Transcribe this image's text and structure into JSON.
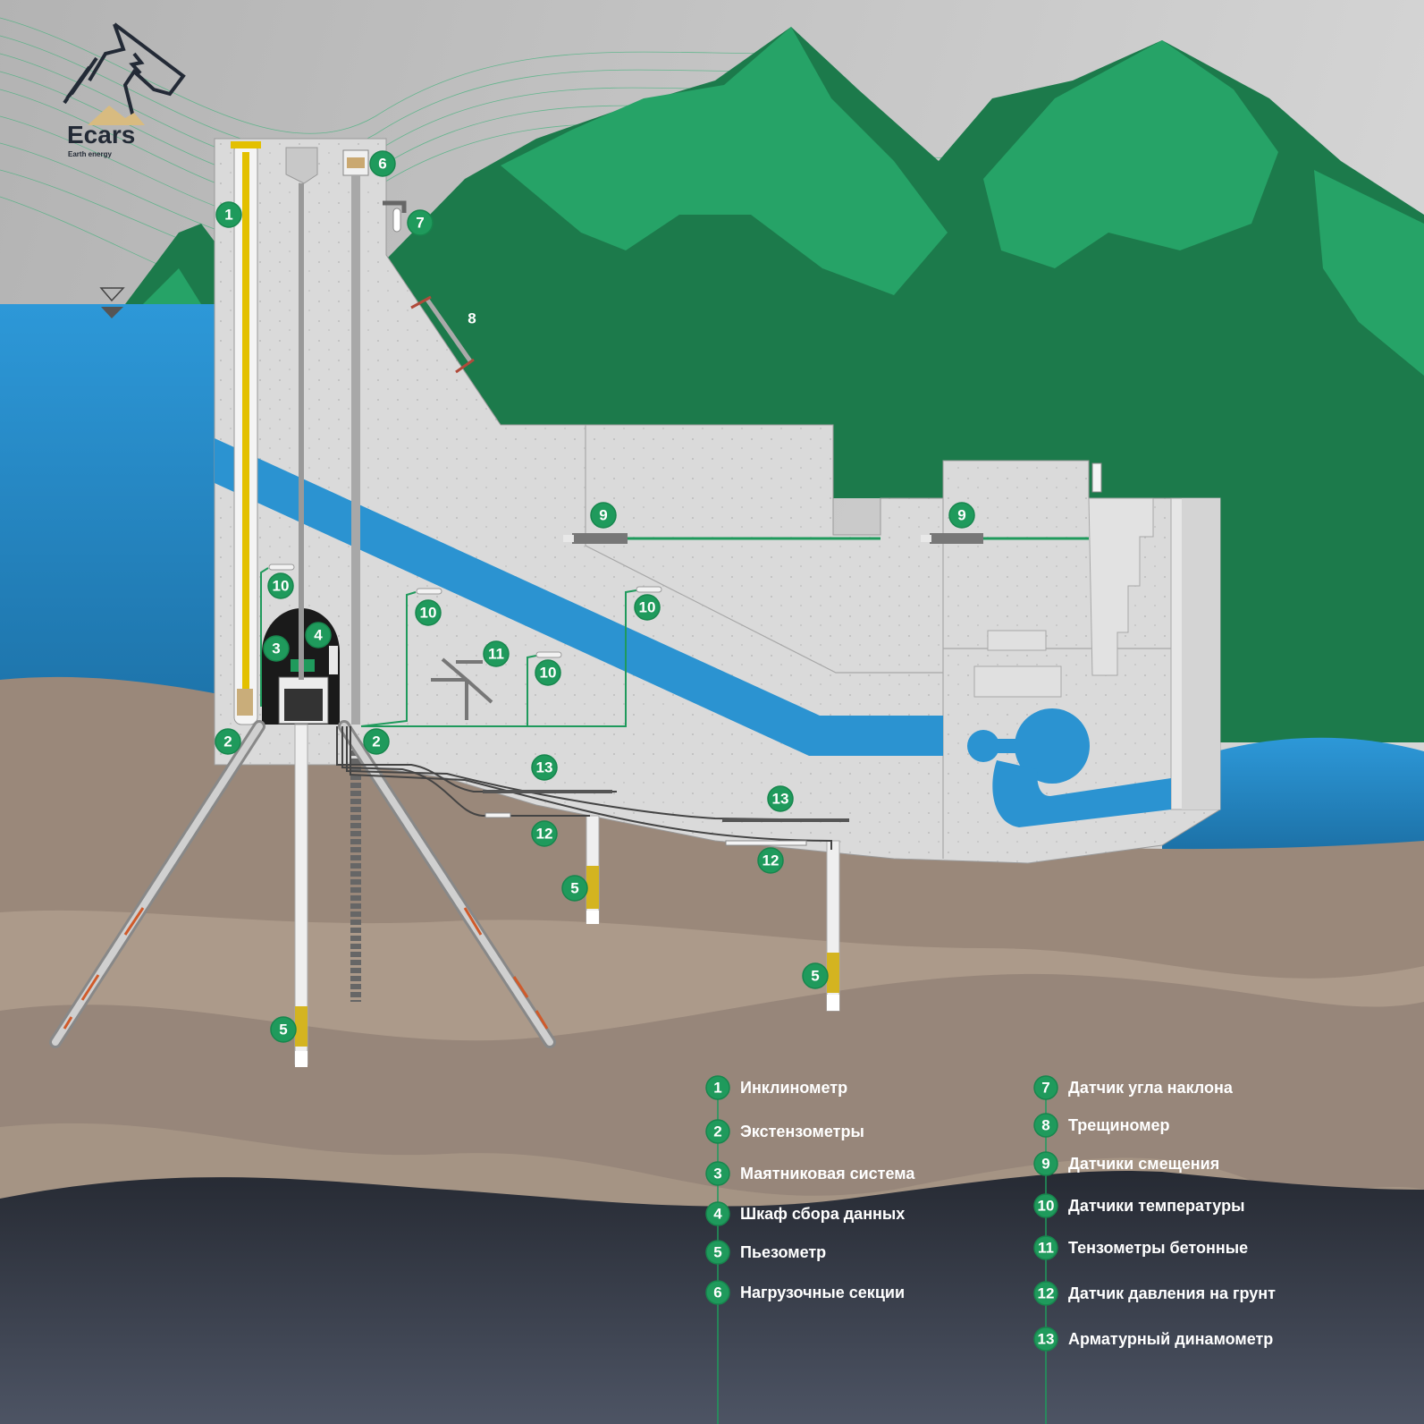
{
  "logo": {
    "name": "Ecars",
    "tagline": "Earth energy"
  },
  "colors": {
    "marker": "#1f9a5c",
    "mountain_dark": "#1c7a4b",
    "mountain_light": "#26a367",
    "water": "#2b93d1",
    "concrete": "#d9d9d9",
    "ground": "#9a887a",
    "bedrock": "#2a2e38"
  },
  "markers": {
    "m1": "1",
    "m2a": "2",
    "m2b": "2",
    "m3": "3",
    "m4": "4",
    "m5a": "5",
    "m5b": "5",
    "m5c": "5",
    "m6": "6",
    "m7": "7",
    "m8": "8",
    "m9a": "9",
    "m9b": "9",
    "m10a": "10",
    "m10b": "10",
    "m10c": "10",
    "m10d": "10",
    "m11": "11",
    "m12a": "12",
    "m12b": "12",
    "m13a": "13",
    "m13b": "13"
  },
  "legend": {
    "left": [
      {
        "num": "1",
        "label": "Инклинометр"
      },
      {
        "num": "2",
        "label": "Экстензометры"
      },
      {
        "num": "3",
        "label": "Маятниковая система"
      },
      {
        "num": "4",
        "label": "Шкаф сбора данных"
      },
      {
        "num": "5",
        "label": "Пьезометр"
      },
      {
        "num": "6",
        "label": "Нагрузочные секции"
      }
    ],
    "right": [
      {
        "num": "7",
        "label": "Датчик угла наклона"
      },
      {
        "num": "8",
        "label": "Трещиномер"
      },
      {
        "num": "9",
        "label": "Датчики смещения"
      },
      {
        "num": "10",
        "label": "Датчики температуры"
      },
      {
        "num": "11",
        "label": "Тензометры бетонные"
      },
      {
        "num": "12",
        "label": "Датчик давления на грунт"
      },
      {
        "num": "13",
        "label": "Арматурный динамометр"
      }
    ]
  }
}
